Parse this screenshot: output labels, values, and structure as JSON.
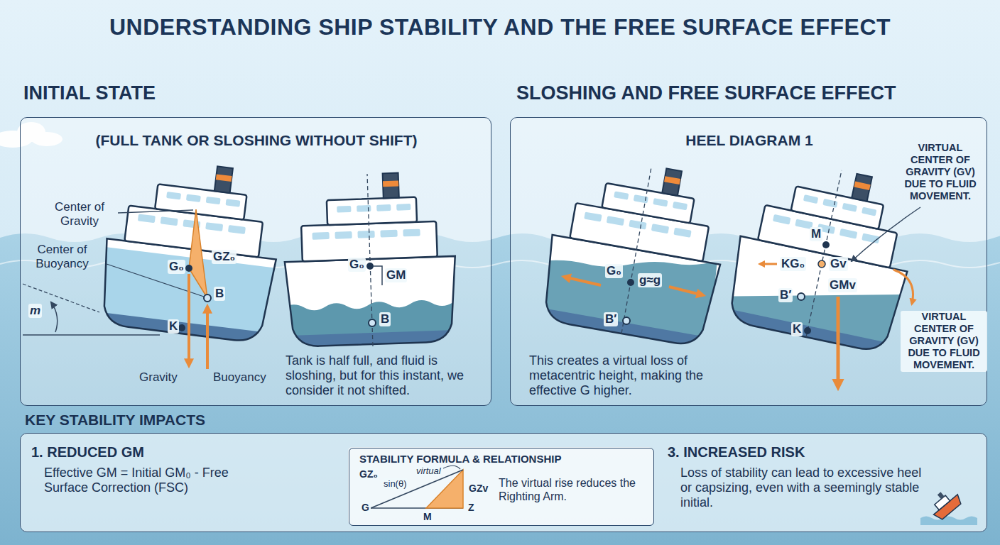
{
  "diagram": {
    "title": "UNDERSTANDING SHIP STABILITY AND THE FREE SURFACE EFFECT",
    "nodes": [
      {
        "text": [
          "INITIAL STATE",
          "(FULL TANK OR SLOSHING WITHOUT SHIFT)"
        ]
      },
      {
        "text": [
          "SLOSHING AND FREE SURFACE EFFECT",
          "HEEL DIAGRAM 1"
        ]
      },
      {
        "text": [
          "KEY STABILITY IMPACTS"
        ]
      },
      {
        "text": [
          "STABILITY FORMULA & RELATIONSHIP",
          "The virtual rise reduces the Righting Arm."
        ],
        "in": 2
      }
    ],
    "labels": [
      "Center of Gravity",
      "Center of Buoyancy",
      "G₀",
      "GZ₀",
      "B",
      "m",
      "K",
      "Gravity",
      "Buoyancy",
      "G₀",
      "GM",
      "B",
      "Tank is half full, and fluid is sloshing, but for this instant, we consider it not shifted.",
      "G₀",
      "g≈g",
      "B′",
      "This creates a virtual loss of metacentric height, making the effective G higher.",
      "VIRTUAL CENTER OF GRAVITY (GV) DUE TO FLUID MOVEMENT.",
      "M",
      "KG₀",
      "Gv",
      "B′",
      "GMv",
      "K",
      "VIRTUAL CENTER OF GRAVITY (GV) DUE TO FLUID MOVEMENT.",
      "1. REDUCED GM",
      "Effective GM = Initial GM₀ - Free Surface Correction (FSC)",
      "virtual",
      "GZ₀",
      "GZv",
      "sin(θ)",
      "G",
      "M",
      "Z",
      "3. INCREASED RISK",
      "Loss of stability can lead to excessive heel or capsizing, even with a seemingly stable initial."
    ]
  }
}
